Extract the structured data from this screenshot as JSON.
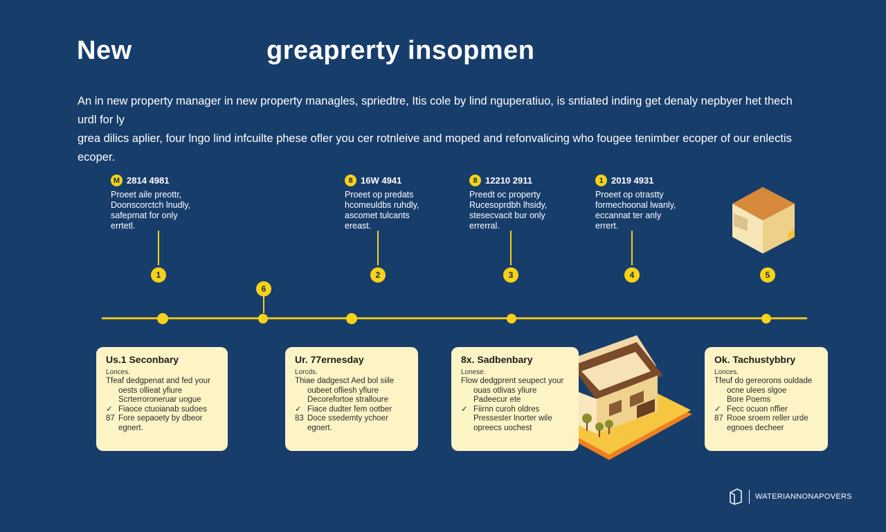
{
  "header": {
    "title_left": "New",
    "title_right": "greaprerty insopmen"
  },
  "intro": {
    "line1": "An in new property manager in new property managles, spriedtre, Itis cole by lind nguperatiuo, is sntiated inding get denaly nepbyer het thech urdl for ly",
    "line2": "grea dilics aplier, four lngo lind infcuilte phese ofler you cer rotnleive and moped and refonvalicing who fougeе tenimber ecoper of our enlectis ecoper."
  },
  "top_items": [
    {
      "badge": "M",
      "date": "2814 4981",
      "desc": [
        "Proeet aile preottr,",
        "Doonscorctch lnudly,",
        "safeprnat for only",
        "errtetl."
      ]
    },
    {
      "badge": "8",
      "date": "16W 4941",
      "desc": [
        "Proeet op predats",
        "hcomeuldbs ruhdly,",
        "ascomet tulcants",
        "ereast."
      ]
    },
    {
      "badge": "8",
      "date": "12210 2911",
      "desc": [
        "Preedt oc property",
        "Rucesoprdbh lhsidy,",
        "stesecvacit bur only",
        "errerral."
      ]
    },
    {
      "badge": "1",
      "date": "2019 4931",
      "desc": [
        "Proeet op otrastty",
        "formechoonal lwanly,",
        "eccannat ter anly",
        "errert."
      ]
    }
  ],
  "markers": [
    "1",
    "6",
    "2",
    "3",
    "4",
    "5"
  ],
  "cards": [
    {
      "title": "Us.1 Seconbary",
      "label": "Lonces.",
      "lines": [
        "Tfeaf dedgpenat and fed your",
        "oests ollieat yfiure"
      ],
      "sub": "Scrterroroneruar uogue",
      "checks": [
        {
          "mark": "✓",
          "text": "Fiaoce ctuoianab sudoes"
        },
        {
          "mark": "87",
          "text": "Fore sepaoety by dbeor"
        }
      ],
      "tail": "egnert."
    },
    {
      "title": "Ur. 77ernesday",
      "label": "Lorcds.",
      "lines": [
        "Thiae dadgesct Aed bol siile",
        "oubeet ofliesh yfiure"
      ],
      "sub": "Decorefortoe stralloure",
      "checks": [
        {
          "mark": "✓",
          "text": "Fiace dudter fem ootber"
        },
        {
          "mark": "83",
          "text": "Doce ssedemty ychoer"
        }
      ],
      "tail": "egnert."
    },
    {
      "title": "8x. Sadbenbary",
      "label": "Lonese.",
      "lines": [
        "Flow dedgprent seupect your",
        "ouas otlivas yliure"
      ],
      "sub": "Padeecur ete",
      "checks": [
        {
          "mark": "✓",
          "text": "Fiirnn curoh oldres"
        },
        {
          "mark": "",
          "text": "Pressester lnorter wile"
        }
      ],
      "tail": "opreecs uochest"
    },
    {
      "title": "Ok. Tachustybbry",
      "label": "Lonces.",
      "lines": [
        "Tfeuf do gereorons ouldade",
        "ocne ulees slgoe"
      ],
      "sub": "Bore Poems",
      "checks": [
        {
          "mark": "✓",
          "text": "Fecc ocuon nffier"
        },
        {
          "mark": "87",
          "text": "Rooe sroem reller urde"
        }
      ],
      "tail": "egnoes decheer"
    }
  ],
  "footer": {
    "logo_text": "WATERIANNONAPOVERS"
  },
  "colors": {
    "background": "#173d6b",
    "accent": "#f6d21a",
    "card": "#fdf4c6"
  }
}
